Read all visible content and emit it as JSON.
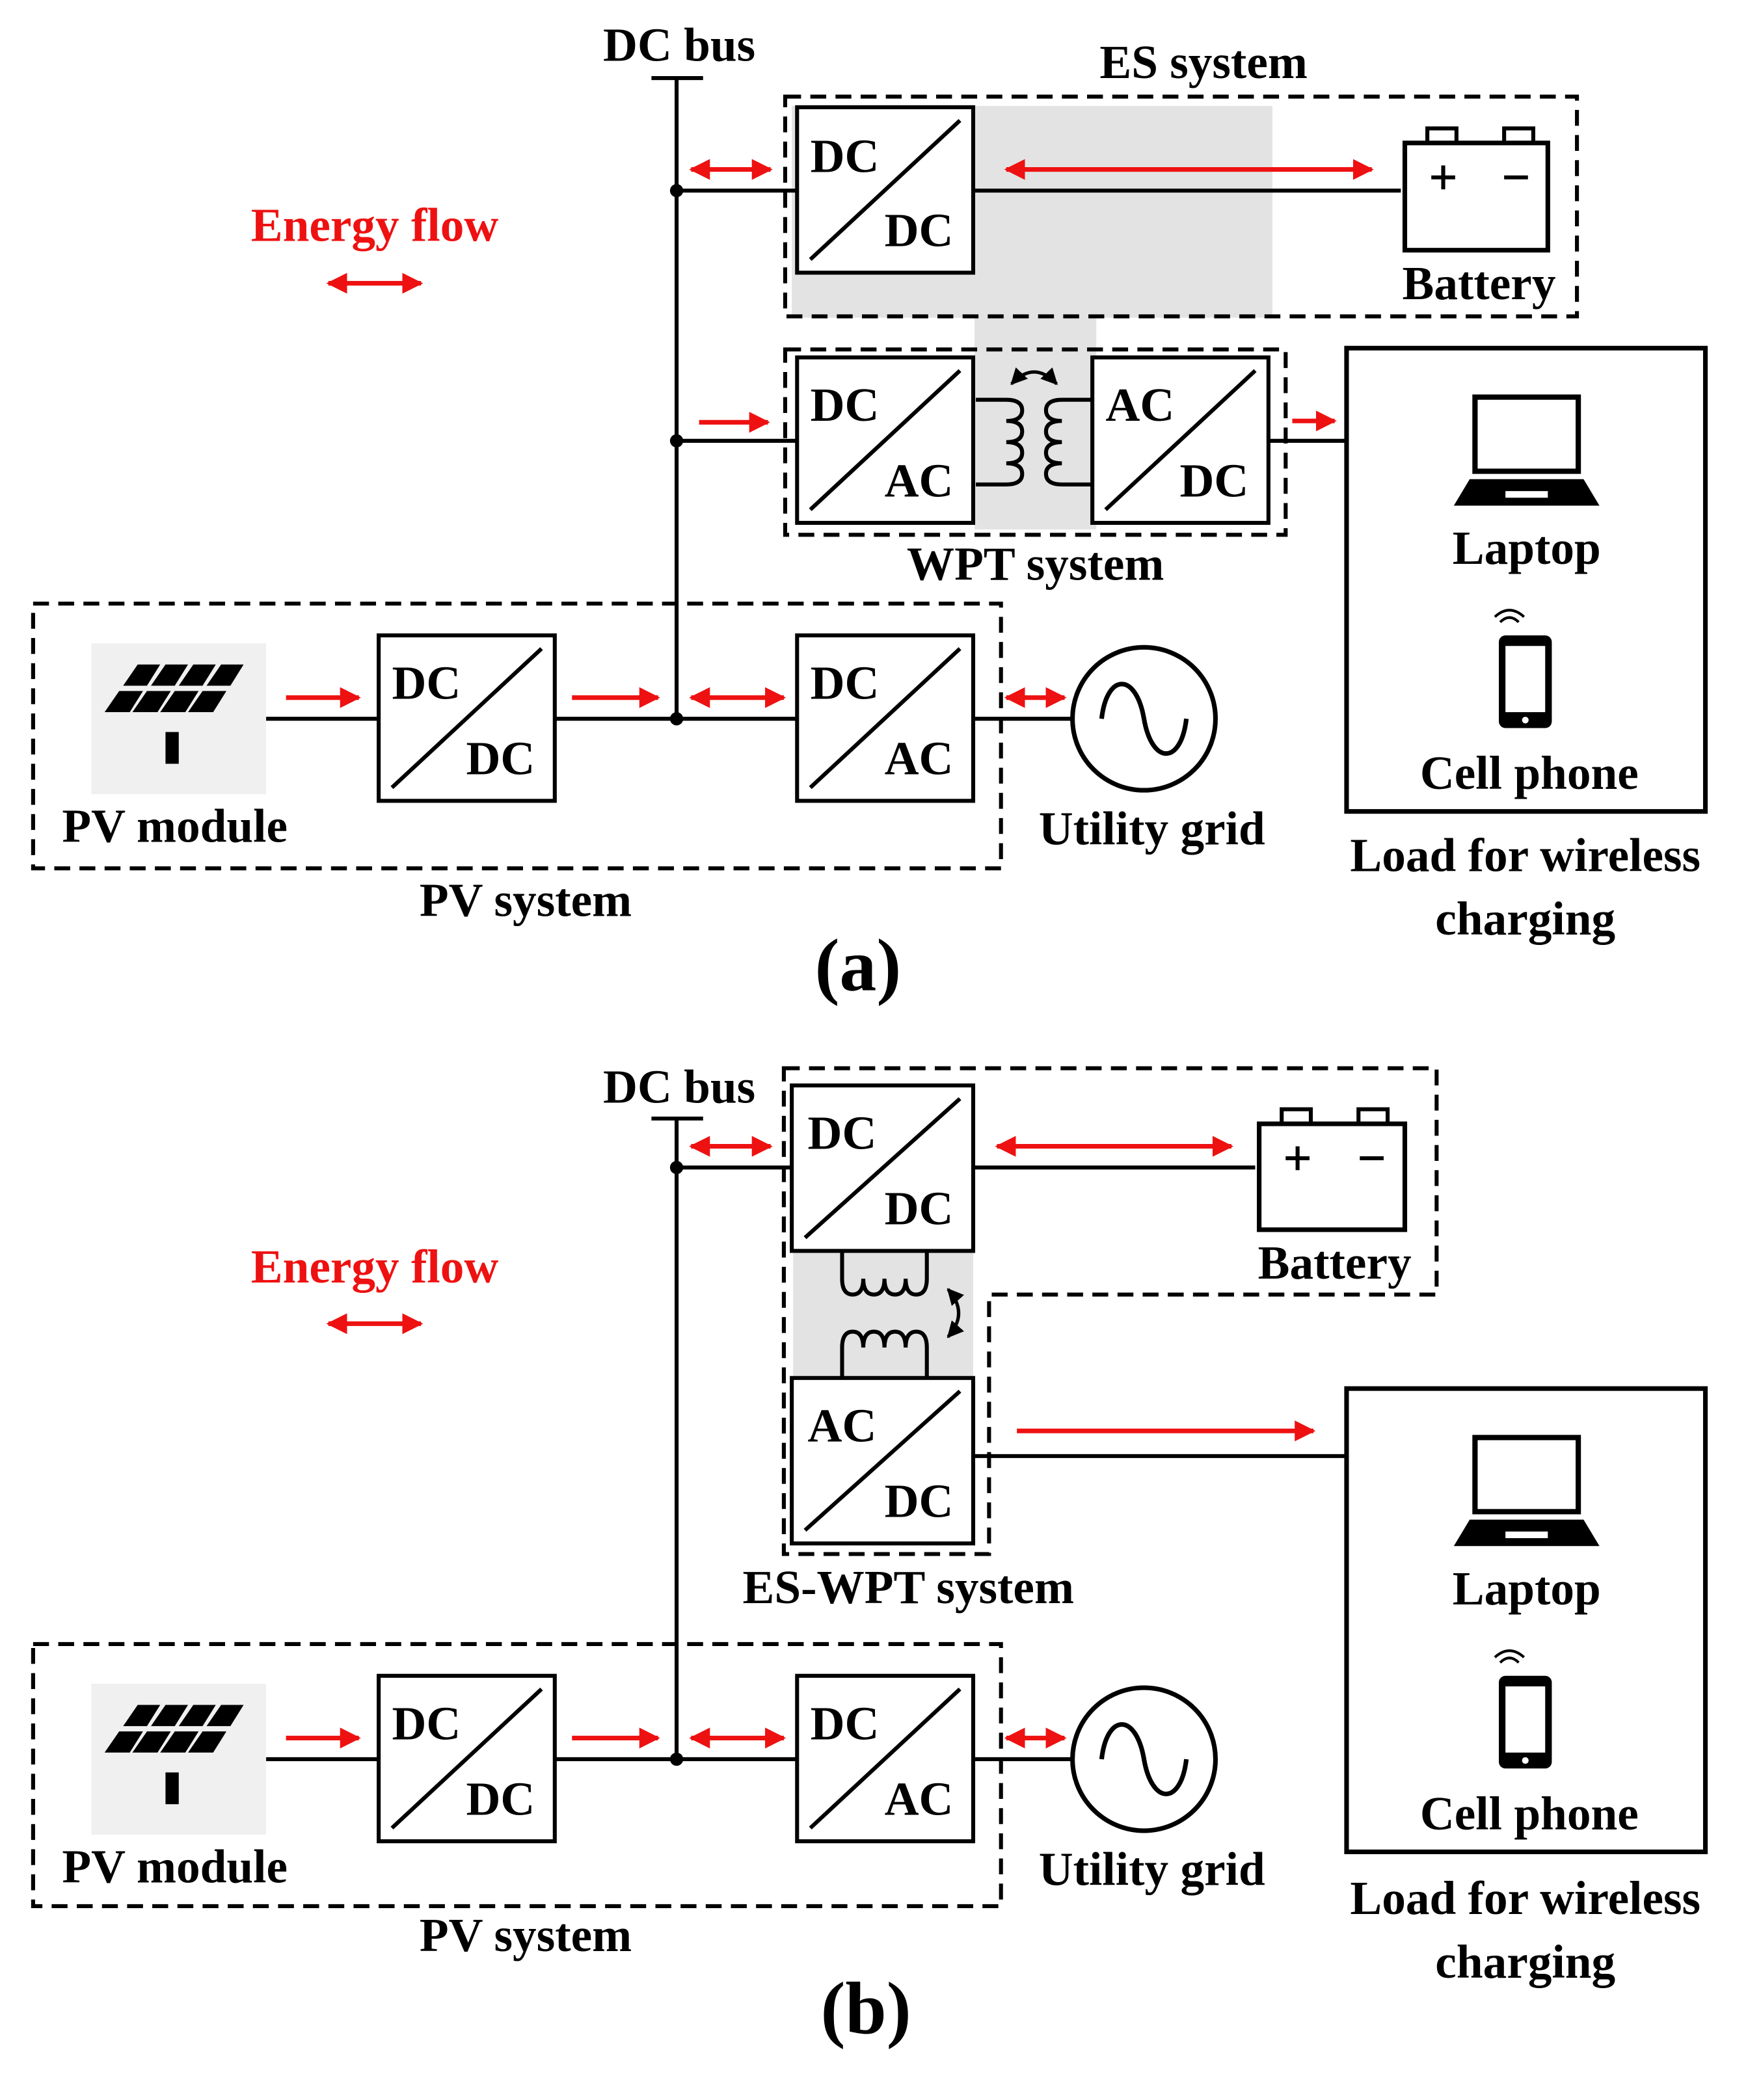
{
  "colors": {
    "line": "#000000",
    "flow": "#ee1111",
    "shade": "#e3e3e3",
    "panel_bg": "#f0f0f0"
  },
  "icons": [
    "solar-panel-icon",
    "battery-icon",
    "laptop-icon",
    "cell-phone-icon",
    "ac-source-icon",
    "coil-icon",
    "converter-box"
  ],
  "panels": [
    {
      "label": "(a)",
      "dc_bus_label": "DC bus",
      "energy_flow_label": "Energy flow",
      "es_system_label": "ES system",
      "wpt_system_label": "WPT system",
      "pv_system_label": "PV system",
      "pv_module_label": "PV module",
      "battery_label": "Battery",
      "utility_grid_label": "Utility grid",
      "laptop_label": "Laptop",
      "cell_phone_label": "Cell phone",
      "load_label_line1": "Load for wireless",
      "load_label_line2": "charging",
      "converters": {
        "es_dcdc": {
          "in": "DC",
          "out": "DC"
        },
        "wpt_dcac": {
          "in": "DC",
          "out": "AC"
        },
        "wpt_acdc": {
          "in": "AC",
          "out": "DC"
        },
        "pv_dcdc": {
          "in": "DC",
          "out": "DC"
        },
        "grid_dcac": {
          "in": "DC",
          "out": "AC"
        }
      }
    },
    {
      "label": "(b)",
      "dc_bus_label": "DC bus",
      "energy_flow_label": "Energy flow",
      "es_wpt_system_label": "ES-WPT system",
      "pv_system_label": "PV system",
      "pv_module_label": "PV module",
      "battery_label": "Battery",
      "utility_grid_label": "Utility grid",
      "laptop_label": "Laptop",
      "cell_phone_label": "Cell phone",
      "load_label_line1": "Load for wireless",
      "load_label_line2": "charging",
      "converters": {
        "es_dcdc": {
          "in": "DC",
          "out": "DC"
        },
        "wpt_acdc": {
          "in": "AC",
          "out": "DC"
        },
        "pv_dcdc": {
          "in": "DC",
          "out": "DC"
        },
        "grid_dcac": {
          "in": "DC",
          "out": "AC"
        }
      }
    }
  ]
}
